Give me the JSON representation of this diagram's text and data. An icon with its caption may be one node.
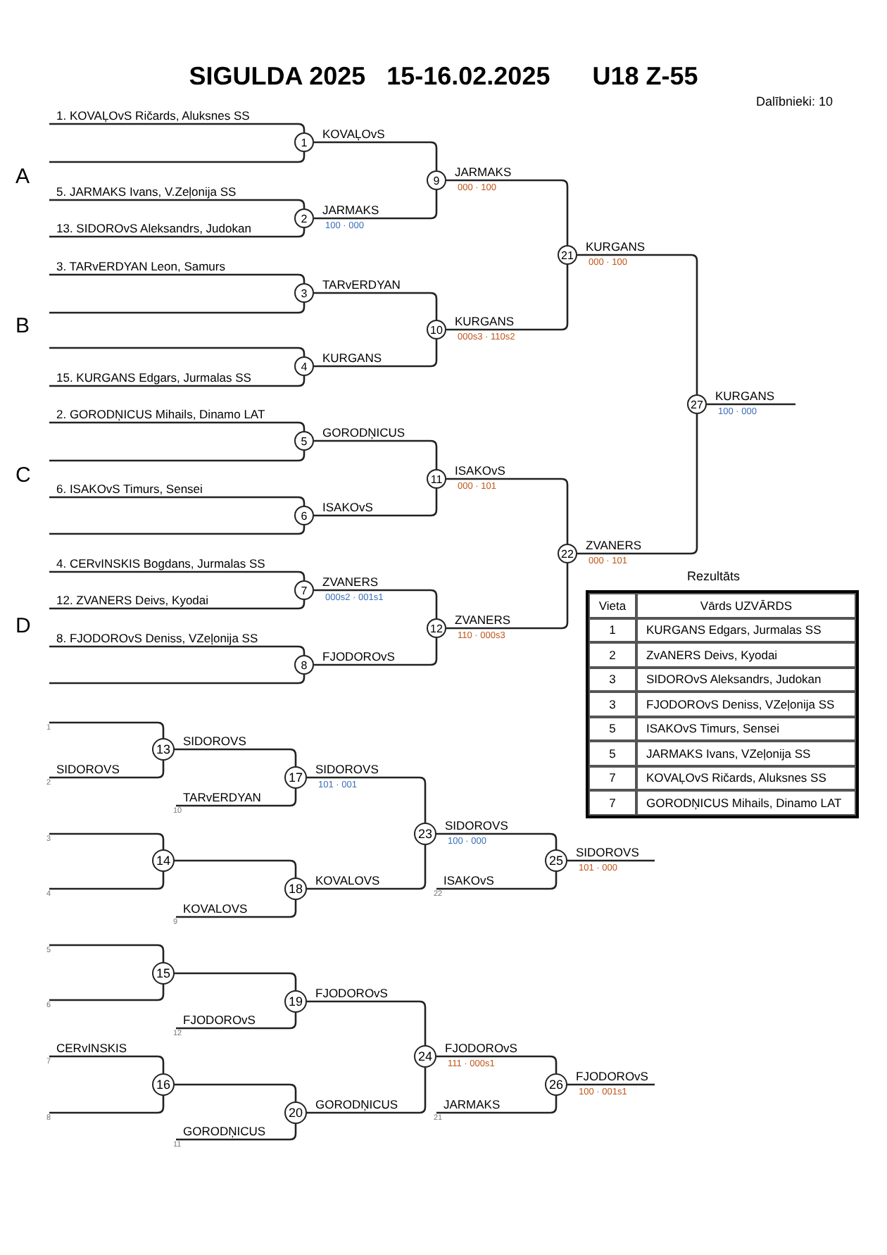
{
  "diagram": {
    "title": "SIGULDA 2025   15-16.02.2025      U18 Z-55",
    "nodes": [
      {
        "text": [
          "1"
        ]
      },
      {
        "text": [
          "2"
        ],
        "beside": [
          "100 · 000"
        ]
      },
      {
        "text": [
          "3"
        ]
      },
      {
        "text": [
          "4"
        ]
      },
      {
        "text": [
          "5"
        ]
      },
      {
        "text": [
          "6"
        ]
      },
      {
        "text": [
          "7"
        ],
        "beside": [
          "000s2 · 001s1"
        ]
      },
      {
        "text": [
          "8"
        ]
      },
      {
        "text": [
          "9"
        ],
        "beside": [
          "000 · 100"
        ]
      },
      {
        "text": [
          "10"
        ],
        "beside": [
          "000s3 · 110s2"
        ]
      },
      {
        "text": [
          "11"
        ],
        "beside": [
          "000 · 101"
        ]
      },
      {
        "text": [
          "12"
        ],
        "beside": [
          "110 · 000s3"
        ]
      },
      {
        "text": [
          "13"
        ]
      },
      {
        "text": [
          "14"
        ]
      },
      {
        "text": [
          "15"
        ]
      },
      {
        "text": [
          "16"
        ]
      },
      {
        "text": [
          "17"
        ],
        "beside": [
          "101 · 001"
        ]
      },
      {
        "text": [
          "18"
        ]
      },
      {
        "text": [
          "19"
        ]
      },
      {
        "text": [
          "20"
        ]
      },
      {
        "text": [
          "21"
        ],
        "beside": [
          "000 · 100"
        ]
      },
      {
        "text": [
          "22"
        ],
        "beside": [
          "000 · 101"
        ]
      },
      {
        "text": [
          "23"
        ],
        "beside": [
          "100 · 000"
        ]
      },
      {
        "text": [
          "24"
        ],
        "beside": [
          "111 · 000s1"
        ]
      },
      {
        "text": [
          "25"
        ],
        "beside": [
          "101 · 000"
        ]
      },
      {
        "text": [
          "26"
        ],
        "beside": [
          "100 · 001s1"
        ]
      },
      {
        "text": [
          "27"
        ],
        "beside": [
          "100 · 000"
        ]
      },
      {
        "text": [
          "1"
        ]
      },
      {
        "text": [
          "2"
        ]
      },
      {
        "text": [
          "10"
        ]
      },
      {
        "text": [
          "3"
        ]
      },
      {
        "text": [
          "4"
        ]
      },
      {
        "text": [
          "9"
        ]
      },
      {
        "text": [
          "22"
        ]
      },
      {
        "text": [
          "5"
        ]
      },
      {
        "text": [
          "6"
        ]
      },
      {
        "text": [
          "12"
        ]
      },
      {
        "text": [
          "7"
        ]
      },
      {
        "text": [
          "8"
        ]
      },
      {
        "text": [
          "11"
        ]
      },
      {
        "text": [
          "21"
        ]
      }
    ],
    "edges": [
      {
        "from": null,
        "to": 0,
        "arrow": "none",
        "label": "1. KOVAĻOvS Ričards, Aluksnes SS"
      },
      {
        "from": null,
        "to": 0,
        "arrow": "none"
      },
      {
        "from": null,
        "to": 1,
        "arrow": "none",
        "label": "5. JARMAKS Ivans, V.Zeļonija SS"
      },
      {
        "from": null,
        "to": 1,
        "arrow": "none",
        "label": "13. SIDOROvS Aleksandrs, Judokan"
      },
      {
        "from": null,
        "to": 2,
        "arrow": "none",
        "label": "3. TARvERDYAN Leon, Samurs"
      },
      {
        "from": null,
        "to": 2,
        "arrow": "none"
      },
      {
        "from": null,
        "to": 3,
        "arrow": "none"
      },
      {
        "from": null,
        "to": 3,
        "arrow": "none",
        "label": "15. KURGANS Edgars, Jurmalas SS"
      },
      {
        "from": null,
        "to": 4,
        "arrow": "none",
        "label": "2. GORODŅICUS Mihails, Dinamo LAT"
      },
      {
        "from": null,
        "to": 4,
        "arrow": "none"
      },
      {
        "from": null,
        "to": 5,
        "arrow": "none",
        "label": "6. ISAKOvS Timurs, Sensei"
      },
      {
        "from": null,
        "to": 5,
        "arrow": "none"
      },
      {
        "from": null,
        "to": 6,
        "arrow": "none",
        "label": "4. CERvINSKIS Bogdans, Jurmalas SS"
      },
      {
        "from": null,
        "to": 6,
        "arrow": "none",
        "label": "12. ZVANERS Deivs, Kyodai"
      },
      {
        "from": null,
        "to": 7,
        "arrow": "none",
        "label": "8. FJODOROvS Deniss, VZeļonija SS"
      },
      {
        "from": null,
        "to": 7,
        "arrow": "none"
      },
      {
        "from": 0,
        "to": 8,
        "arrow": "none",
        "label": "KOVAĻOvS"
      },
      {
        "from": 1,
        "to": 8,
        "arrow": "none",
        "label": "JARMAKS"
      },
      {
        "from": 2,
        "to": 9,
        "arrow": "none",
        "label": "TARvERDYAN"
      },
      {
        "from": 3,
        "to": 9,
        "arrow": "none",
        "label": "KURGANS"
      },
      {
        "from": 4,
        "to": 10,
        "arrow": "none",
        "label": "GORODŅICUS"
      },
      {
        "from": 5,
        "to": 10,
        "arrow": "none",
        "label": "ISAKOvS"
      },
      {
        "from": 6,
        "to": 11,
        "arrow": "none",
        "label": "ZVANERS"
      },
      {
        "from": 7,
        "to": 11,
        "arrow": "none",
        "label": "FJODOROvS"
      },
      {
        "from": 8,
        "to": 20,
        "arrow": "none",
        "label": "JARMAKS"
      },
      {
        "from": 9,
        "to": 20,
        "arrow": "none",
        "label": "KURGANS"
      },
      {
        "from": 10,
        "to": 21,
        "arrow": "none",
        "label": "ISAKOvS"
      },
      {
        "from": 11,
        "to": 21,
        "arrow": "none",
        "label": "ZVANERS"
      },
      {
        "from": 20,
        "to": 26,
        "arrow": "none",
        "label": "KURGANS"
      },
      {
        "from": 21,
        "to": 26,
        "arrow": "none",
        "label": "ZVANERS"
      },
      {
        "from": 26,
        "to": null,
        "arrow": "none",
        "label": "KURGANS"
      },
      {
        "from": 27,
        "to": 12,
        "arrow": "none"
      },
      {
        "from": 28,
        "to": 12,
        "arrow": "none",
        "label": "SIDOROVS"
      },
      {
        "from": 12,
        "to": 16,
        "arrow": "none",
        "label": "SIDOROVS"
      },
      {
        "from": 29,
        "to": 16,
        "arrow": "none",
        "label": "TARvERDYAN"
      },
      {
        "from": 30,
        "to": 13,
        "arrow": "none"
      },
      {
        "from": 31,
        "to": 13,
        "arrow": "none"
      },
      {
        "from": 13,
        "to": 17,
        "arrow": "none"
      },
      {
        "from": 32,
        "to": 17,
        "arrow": "none",
        "label": "KOVALOVS"
      },
      {
        "from": 16,
        "to": 22,
        "arrow": "none",
        "label": "SIDOROVS"
      },
      {
        "from": 17,
        "to": 22,
        "arrow": "none",
        "label": "KOVALOVS"
      },
      {
        "from": 22,
        "to": 24,
        "arrow": "none",
        "label": "SIDOROVS"
      },
      {
        "from": 33,
        "to": 24,
        "arrow": "none",
        "label": "ISAKOvS"
      },
      {
        "from": 24,
        "to": null,
        "arrow": "none",
        "label": "SIDOROVS"
      },
      {
        "from": 34,
        "to": 14,
        "arrow": "none"
      },
      {
        "from": 35,
        "to": 14,
        "arrow": "none"
      },
      {
        "from": 14,
        "to": 18,
        "arrow": "none"
      },
      {
        "from": 36,
        "to": 18,
        "arrow": "none",
        "label": "FJODOROvS"
      },
      {
        "from": 37,
        "to": 15,
        "arrow": "none",
        "label": "CERvINSKIS"
      },
      {
        "from": 38,
        "to": 15,
        "arrow": "none"
      },
      {
        "from": 15,
        "to": 19,
        "arrow": "none"
      },
      {
        "from": 39,
        "to": 19,
        "arrow": "none",
        "label": "GORODŅICUS"
      },
      {
        "from": 18,
        "to": 23,
        "arrow": "none",
        "label": "FJODOROvS"
      },
      {
        "from": 19,
        "to": 23,
        "arrow": "none",
        "label": "GORODŅICUS"
      },
      {
        "from": 23,
        "to": 25,
        "arrow": "none",
        "label": "FJODOROvS"
      },
      {
        "from": 40,
        "to": 25,
        "arrow": "none",
        "label": "JARMAKS"
      },
      {
        "from": 25,
        "to": null,
        "arrow": "none",
        "label": "FJODOROvS"
      }
    ],
    "labels": [
      "Dalībnieki: 10",
      "A",
      "B",
      "C",
      "D",
      "Rezultāts",
      "Vieta",
      "Vārds UZVĀRDS",
      "1",
      "KURGANS Edgars, Jurmalas SS",
      "2",
      "ZvANERS Deivs, Kyodai",
      "3",
      "SIDOROvS Aleksandrs, Judokan",
      "3",
      "FJODOROvS Deniss, VZeļonija SS",
      "5",
      "ISAKOvS Timurs, Sensei",
      "5",
      "JARMAKS Ivans, VZeļonija SS",
      "7",
      "KOVAĻOvS Ričards, Aluksnes SS",
      "7",
      "GORODŅICUS Mihails, Dinamo LAT"
    ]
  }
}
